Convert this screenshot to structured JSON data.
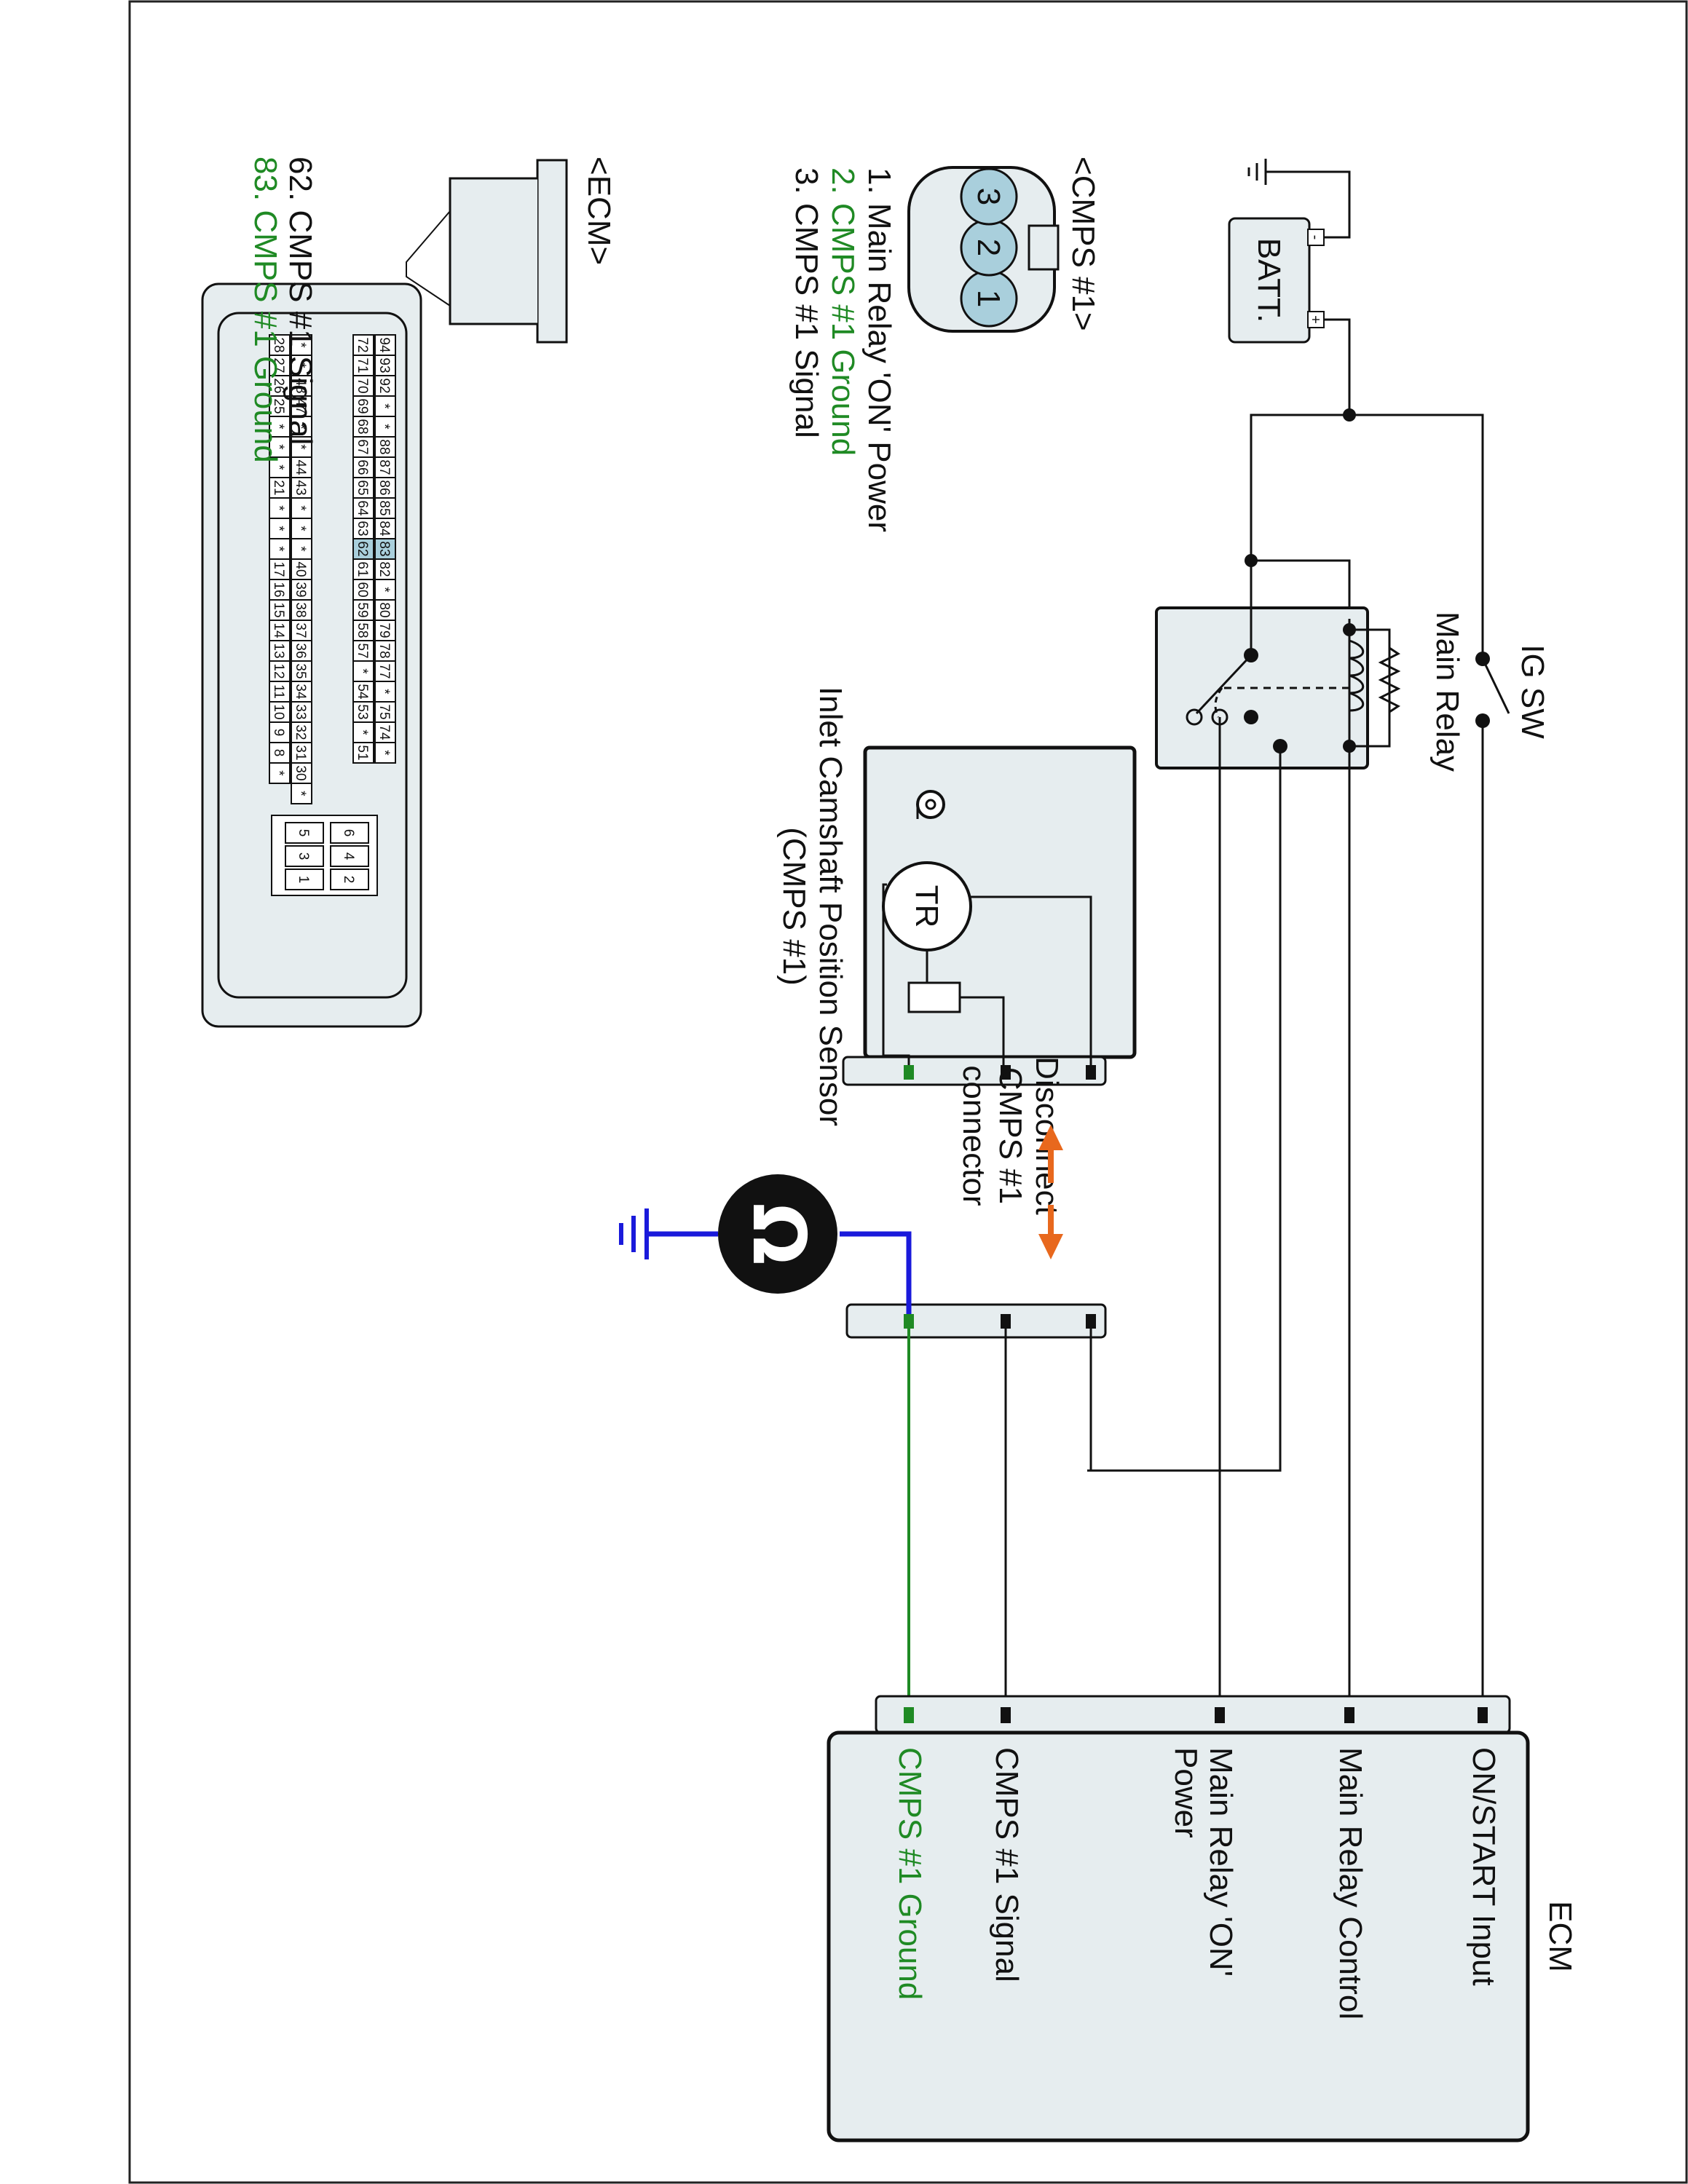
{
  "colors": {
    "wire": "#111111",
    "ground_wire": "#1f8a24",
    "test_lead": "#1a1adb",
    "arrow": "#e8681d",
    "highlight_pin": "#a9cfdc",
    "box_fill": "#e6edef",
    "connector_fill": "#c5dde4"
  },
  "diagram": {
    "ecm_box": {
      "title": "ECM",
      "terminals": [
        {
          "id": "on-start",
          "label": "ON/START Input",
          "color": "#111111"
        },
        {
          "id": "relay-ctrl",
          "label": "Main Relay Control",
          "color": "#111111"
        },
        {
          "id": "relay-on",
          "label": "Main Relay 'ON'",
          "label2": "Power",
          "color": "#111111"
        },
        {
          "id": "signal",
          "label": "CMPS #1 Signal",
          "color": "#111111"
        },
        {
          "id": "ground",
          "label": "CMPS #1 Ground",
          "color": "#1f8a24"
        }
      ]
    },
    "battery": {
      "label": "BATT.",
      "plus": "+",
      "minus": "-"
    },
    "ig_switch": {
      "label": "IG SW"
    },
    "main_relay": {
      "label": "Main Relay"
    },
    "sensor": {
      "transistor": "TR",
      "label_lines": [
        "Inlet Camshaft Position Sensor",
        "(CMPS #1)"
      ]
    },
    "disconnect_note": [
      "Disconnect",
      "CMPS #1",
      "connector"
    ],
    "ohmmeter_icon": "ohm-meter-icon",
    "cmps_connector": {
      "title": "<CMPS #1>",
      "pins": [
        "1",
        "2",
        "3"
      ],
      "legend": [
        {
          "text": "1. Main Relay 'ON' Power",
          "color": "#111111"
        },
        {
          "text": "2. CMPS #1 Ground",
          "color": "#1f8a24"
        },
        {
          "text": "3. CMPS #1 Signal",
          "color": "#111111"
        }
      ]
    },
    "ecm_connector": {
      "title": "<ECM>",
      "rows": [
        [
          "94",
          "93",
          "92",
          "*",
          "*",
          "88",
          "87",
          "86",
          "85",
          "84",
          "83",
          "82",
          "*",
          "80",
          "79",
          "78",
          "77",
          "*",
          "75",
          "74",
          "*"
        ],
        [
          "72",
          "71",
          "70",
          "69",
          "68",
          "67",
          "66",
          "65",
          "64",
          "63",
          "62",
          "61",
          "60",
          "59",
          "58",
          "57",
          "*",
          "54",
          "53",
          "*",
          "51"
        ],
        [
          "*",
          "*",
          "48",
          "47",
          "*",
          "*",
          "44",
          "43",
          "*",
          "*",
          "*",
          "40",
          "39",
          "38",
          "37",
          "36",
          "35",
          "34",
          "33",
          "32",
          "31",
          "30",
          "*"
        ],
        [
          "28",
          "27",
          "26",
          "25",
          "*",
          "*",
          "*",
          "21",
          "*",
          "*",
          "*",
          "17",
          "16",
          "15",
          "14",
          "13",
          "12",
          "11",
          "10",
          "9",
          "8",
          "*"
        ]
      ],
      "small_pins": [
        "6",
        "5",
        "4",
        "3",
        "2",
        "1"
      ],
      "highlight": [
        "83",
        "62"
      ],
      "legend": [
        {
          "text": "62. CMPS #1 Signal",
          "color": "#111111"
        },
        {
          "text": "83. CMPS #1 Ground",
          "color": "#1f8a24"
        }
      ]
    }
  }
}
